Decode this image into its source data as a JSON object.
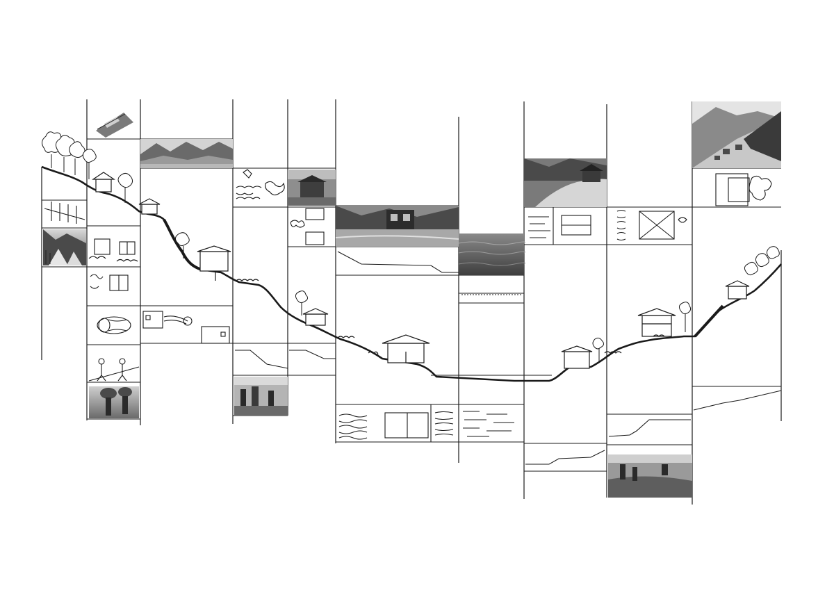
{
  "diagram": {
    "kind": "landscape-section-collage",
    "palette": {
      "ink": "#1a1a1a",
      "paper": "#ffffff",
      "photo_dark": "#4a4a4a",
      "photo_mid": "#8c8c8c",
      "photo_light": "#c9c9c9",
      "water": "#6e6e6e"
    },
    "photo_tiles": [
      "log-photo",
      "mountain-range-photo",
      "forest-valley-photo",
      "barn-photo",
      "river-house-photo",
      "sea-photo",
      "river-valley-photo",
      "mountain-village-photo",
      "farmers-carrying-hay-photo",
      "harvest-workers-photo",
      "field-workers-photo"
    ],
    "sketch_tiles": [
      "pine-tree-sketch",
      "house-plan-sketch",
      "wood-log-sketch",
      "people-walking-sketch",
      "stone-texture-sketch",
      "wave-texture-sketch",
      "roof-plan-sketch",
      "profile-line-sketch"
    ]
  }
}
